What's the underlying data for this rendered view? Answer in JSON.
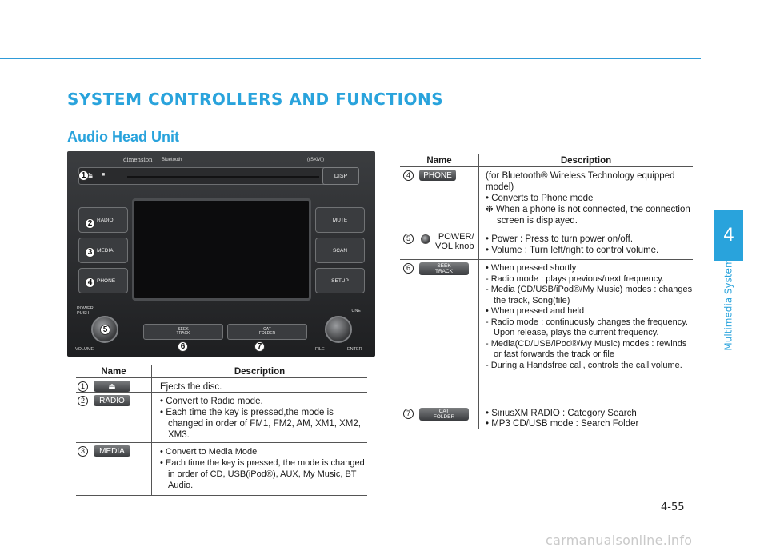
{
  "header": {
    "section_title": "SYSTEM CONTROLLERS AND FUNCTIONS",
    "subsection_title": "Audio Head Unit"
  },
  "sidebar": {
    "chapter_number": "4",
    "chapter_label": "Multimedia System"
  },
  "footer": {
    "page_number": "4-55",
    "watermark": "carmanualsonline.info"
  },
  "head_unit": {
    "brand": "dimension",
    "bluetooth": "Bluetooth",
    "sxm": "((SXM))",
    "buttons_left": [
      "RADIO",
      "MEDIA",
      "PHONE"
    ],
    "buttons_right": [
      "DISP",
      "MUTE",
      "SCAN",
      "SETUP"
    ],
    "power_label": "POWER\nPUSH",
    "volume_label": "VOLUME",
    "tune_label": "TUNE",
    "file_label": "FILE",
    "enter_label": "ENTER",
    "seek_label": "SEEK\nTRACK",
    "cat_label": "CAT\nFOLDER",
    "callouts": [
      "1",
      "2",
      "3",
      "4",
      "5",
      "6",
      "7"
    ]
  },
  "table_left": {
    "header_name": "Name",
    "header_desc": "Description",
    "rows": [
      {
        "num": "1",
        "key": "⏏",
        "lines": [
          "Ejects the disc."
        ]
      },
      {
        "num": "2",
        "key": "RADIO",
        "lines": [
          "• Convert to Radio mode.",
          "• Each time the key is pressed,the mode is changed in order of FM1, FM2, AM, XM1, XM2, XM3."
        ]
      },
      {
        "num": "3",
        "key": "MEDIA",
        "lines": [
          "• Convert to Media Mode",
          "• Each time the key is pressed, the mode is changed in order of CD, USB(iPod®), AUX, My Music, BT Audio."
        ]
      }
    ]
  },
  "table_right": {
    "header_name": "Name",
    "header_desc": "Description",
    "rows": [
      {
        "num": "4",
        "key": "PHONE",
        "lines": [
          "(for Bluetooth® Wireless Technology equipped model)",
          "• Converts to Phone mode",
          "❉ When a phone is not connected, the connection screen is displayed."
        ]
      },
      {
        "num": "5",
        "name_text": "POWER/\nVOL knob",
        "lines": [
          "• Power : Press to turn power on/off.",
          "• Volume : Turn left/right to control volume."
        ]
      },
      {
        "num": "6",
        "key": "SEEK\nTRACK",
        "lines": [
          "• When pressed shortly",
          "- Radio mode : plays previous/next frequency.",
          "- Media (CD/USB/iPod®/My Music) modes : changes the track, Song(file)",
          "• When pressed and held",
          "- Radio mode : continuously changes the frequency. Upon release, plays the current frequency.",
          "- Media(CD/USB/iPod®/My Music) modes : rewinds or fast forwards the track or file",
          "- During a Handsfree call, controls the call volume."
        ]
      },
      {
        "num": "7",
        "key": "CAT\nFOLDER",
        "lines": [
          "• SiriusXM RADIO : Category Search",
          "• MP3 CD/USB mode : Search Folder"
        ]
      }
    ]
  },
  "colors": {
    "accent": "#29a3dc",
    "rule": "#2f9bd8"
  }
}
